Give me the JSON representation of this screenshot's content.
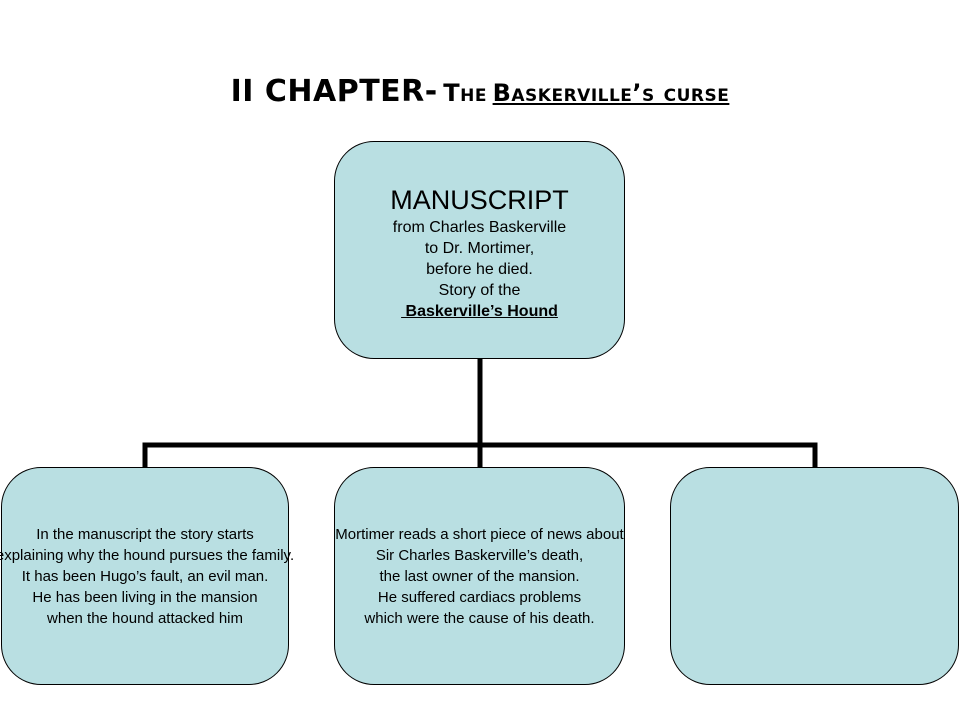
{
  "title": {
    "chapter": "II CHAPTER-",
    "prefix": "The",
    "name": "Baskerville’s curse"
  },
  "root": {
    "heading": "MANUSCRIPT",
    "lines": [
      "from Charles Baskerville",
      "to Dr. Mortimer,",
      "before he died.",
      "Story of the"
    ],
    "highlight": " Baskerville’s Hound"
  },
  "children": [
    {
      "lines": [
        "In the manuscript the story starts",
        "explaining why  the hound pursues the family.",
        "It has been Hugo’s fault, an evil man.",
        "He has been living in the mansion",
        "when the hound attacked him"
      ]
    },
    {
      "lines": [
        "Mortimer reads a short piece of news about",
        "Sir Charles Baskerville’s death,",
        "the last owner of the mansion.",
        "He suffered cardiacs problems",
        "which  were the cause of his death."
      ]
    },
    {
      "lines": []
    }
  ]
}
